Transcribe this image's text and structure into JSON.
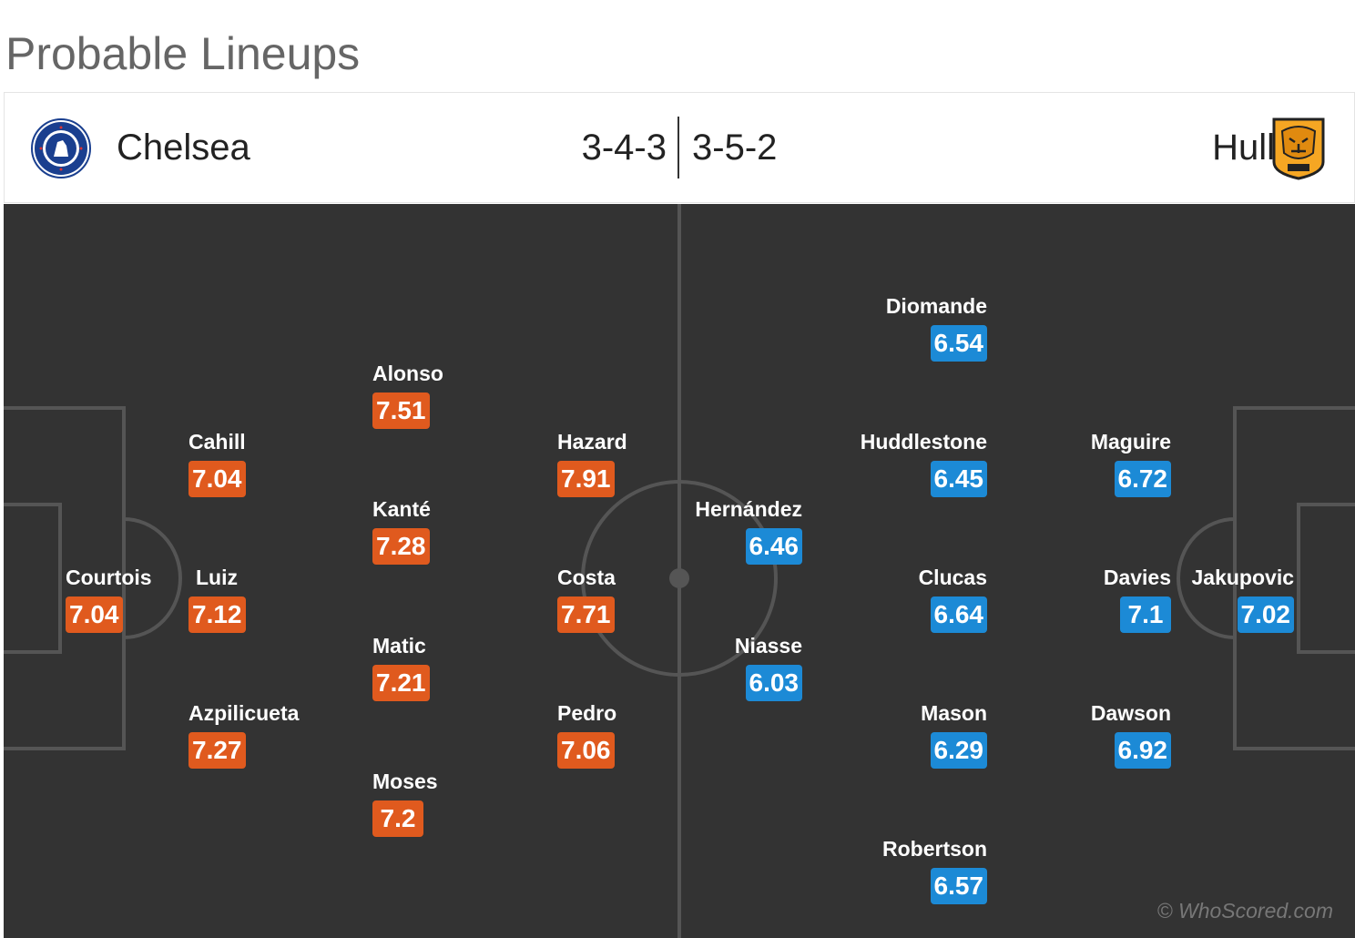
{
  "page": {
    "title": "Probable Lineups"
  },
  "match": {
    "home": {
      "name": "Chelsea",
      "formation": "3-4-3",
      "crest": "chelsea-crest",
      "rating_color": "#e05a1e"
    },
    "away": {
      "name": "Hull",
      "formation": "3-5-2",
      "crest": "hull-crest",
      "rating_color": "#1c8ad6"
    }
  },
  "players": {
    "home": [
      {
        "name": "Courtois",
        "rating": "7.04"
      },
      {
        "name": "Cahill",
        "rating": "7.04"
      },
      {
        "name": "Luiz",
        "rating": "7.12"
      },
      {
        "name": "Azpilicueta",
        "rating": "7.27"
      },
      {
        "name": "Alonso",
        "rating": "7.51"
      },
      {
        "name": "Kanté",
        "rating": "7.28"
      },
      {
        "name": "Matic",
        "rating": "7.21"
      },
      {
        "name": "Moses",
        "rating": "7.2"
      },
      {
        "name": "Hazard",
        "rating": "7.91"
      },
      {
        "name": "Costa",
        "rating": "7.71"
      },
      {
        "name": "Pedro",
        "rating": "7.06"
      }
    ],
    "away": [
      {
        "name": "Jakupovic",
        "rating": "7.02"
      },
      {
        "name": "Maguire",
        "rating": "6.72"
      },
      {
        "name": "Davies",
        "rating": "7.1"
      },
      {
        "name": "Dawson",
        "rating": "6.92"
      },
      {
        "name": "Diomande",
        "rating": "6.54"
      },
      {
        "name": "Huddlestone",
        "rating": "6.45"
      },
      {
        "name": "Clucas",
        "rating": "6.64"
      },
      {
        "name": "Mason",
        "rating": "6.29"
      },
      {
        "name": "Robertson",
        "rating": "6.57"
      },
      {
        "name": "Hernández",
        "rating": "6.46"
      },
      {
        "name": "Niasse",
        "rating": "6.03"
      }
    ]
  },
  "watermark": "© WhoScored.com"
}
